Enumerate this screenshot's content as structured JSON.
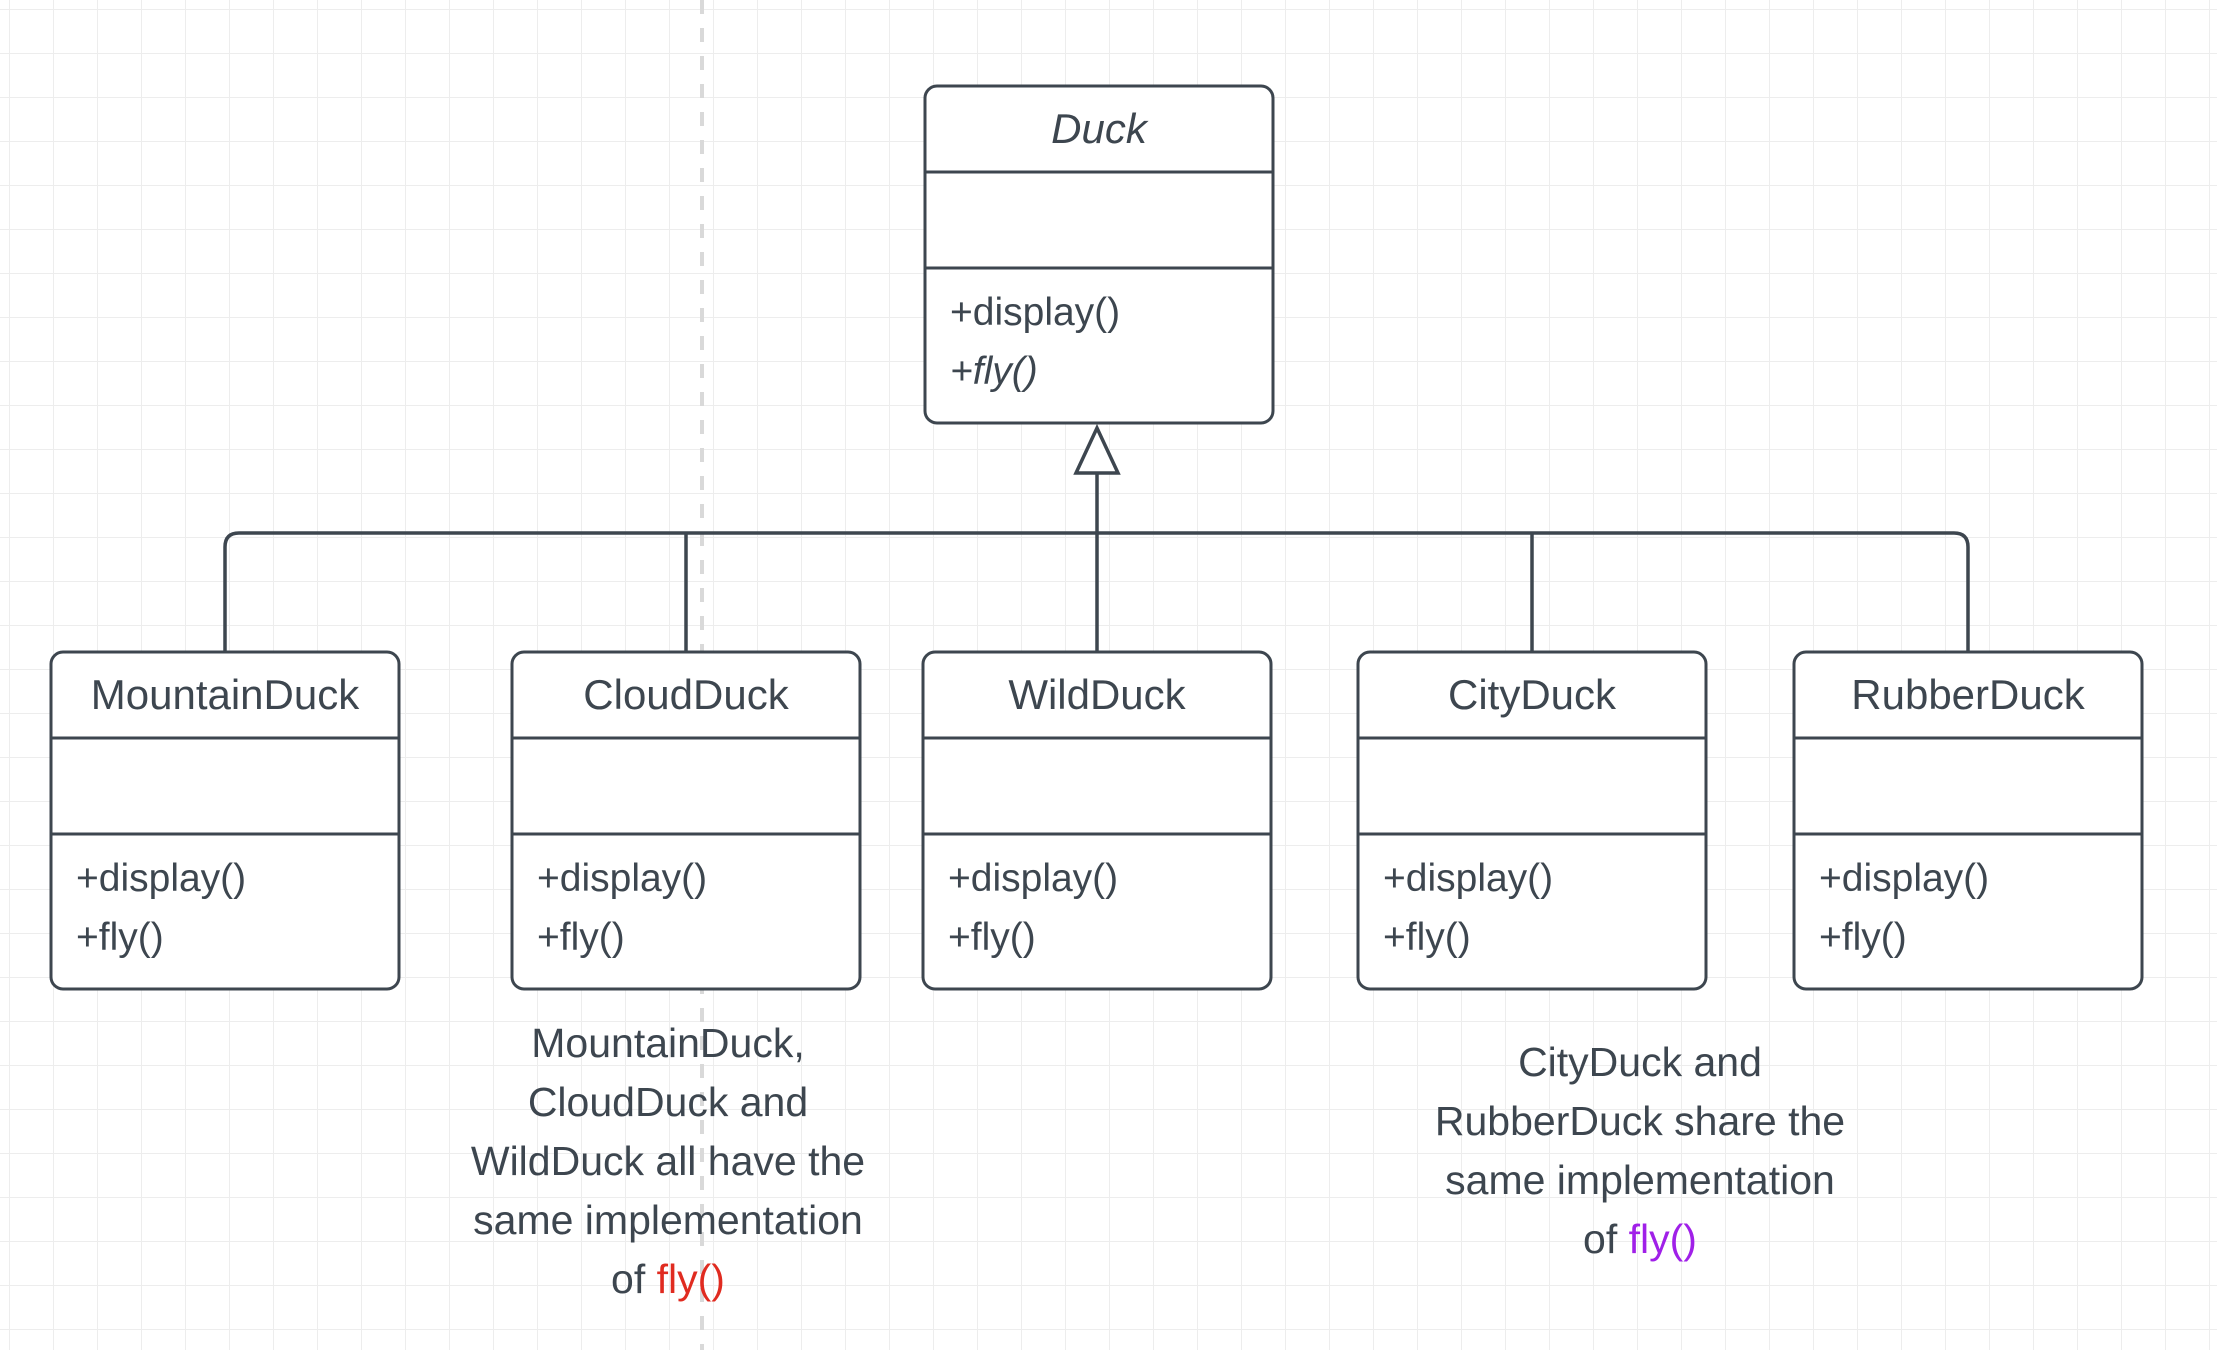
{
  "diagram": {
    "type": "uml-class-diagram",
    "title": "Duck class hierarchy",
    "colors": {
      "stroke": "#3d464f",
      "text": "#3d464f",
      "box_fill": "#ffffff",
      "grid": "#ededed",
      "guide": "#d9d9d9",
      "fly_orange": "#c0501e",
      "fly_red": "#e02b20",
      "fly_purple": "#a020e8"
    },
    "parent": {
      "name": "Duck",
      "name_style": "italic",
      "attributes": [],
      "methods": [
        {
          "label": "+display()",
          "style": "normal",
          "color": "#3d464f"
        },
        {
          "label": "+fly()",
          "style": "italic",
          "color": "#3d464f"
        }
      ]
    },
    "subclasses": [
      {
        "name": "MountainDuck",
        "attributes": [],
        "methods": [
          {
            "label": "+display()",
            "style": "normal",
            "color": "#3d464f"
          },
          {
            "label": "+fly()",
            "style": "normal",
            "color": "#c0501e"
          }
        ]
      },
      {
        "name": "CloudDuck",
        "attributes": [],
        "methods": [
          {
            "label": "+display()",
            "style": "normal",
            "color": "#3d464f"
          },
          {
            "label": "+fly()",
            "style": "normal",
            "color": "#e02b20"
          }
        ]
      },
      {
        "name": "WildDuck",
        "attributes": [],
        "methods": [
          {
            "label": "+display()",
            "style": "normal",
            "color": "#3d464f"
          },
          {
            "label": "+fly()",
            "style": "normal",
            "color": "#e02b20"
          }
        ]
      },
      {
        "name": "CityDuck",
        "attributes": [],
        "methods": [
          {
            "label": "+display()",
            "style": "normal",
            "color": "#3d464f"
          },
          {
            "label": "+fly()",
            "style": "normal",
            "color": "#a020e8"
          }
        ]
      },
      {
        "name": "RubberDuck",
        "attributes": [],
        "methods": [
          {
            "label": "+display()",
            "style": "normal",
            "color": "#3d464f"
          },
          {
            "label": "+fly()",
            "style": "normal",
            "color": "#a020e8"
          }
        ]
      }
    ],
    "relationship": {
      "kind": "generalization",
      "arrow": "hollow-triangle",
      "direction": "subclasses-to-parent"
    },
    "captions": {
      "left": {
        "lines": [
          "MountainDuck,",
          "CloudDuck and",
          "WildDuck all have the",
          "same implementation",
          "of "
        ],
        "highlight": "fly()",
        "highlight_color": "#e02b20"
      },
      "right": {
        "lines": [
          "CityDuck and",
          "RubberDuck share the",
          "same implementation",
          "of "
        ],
        "highlight": "fly()",
        "highlight_color": "#a020e8"
      }
    }
  }
}
